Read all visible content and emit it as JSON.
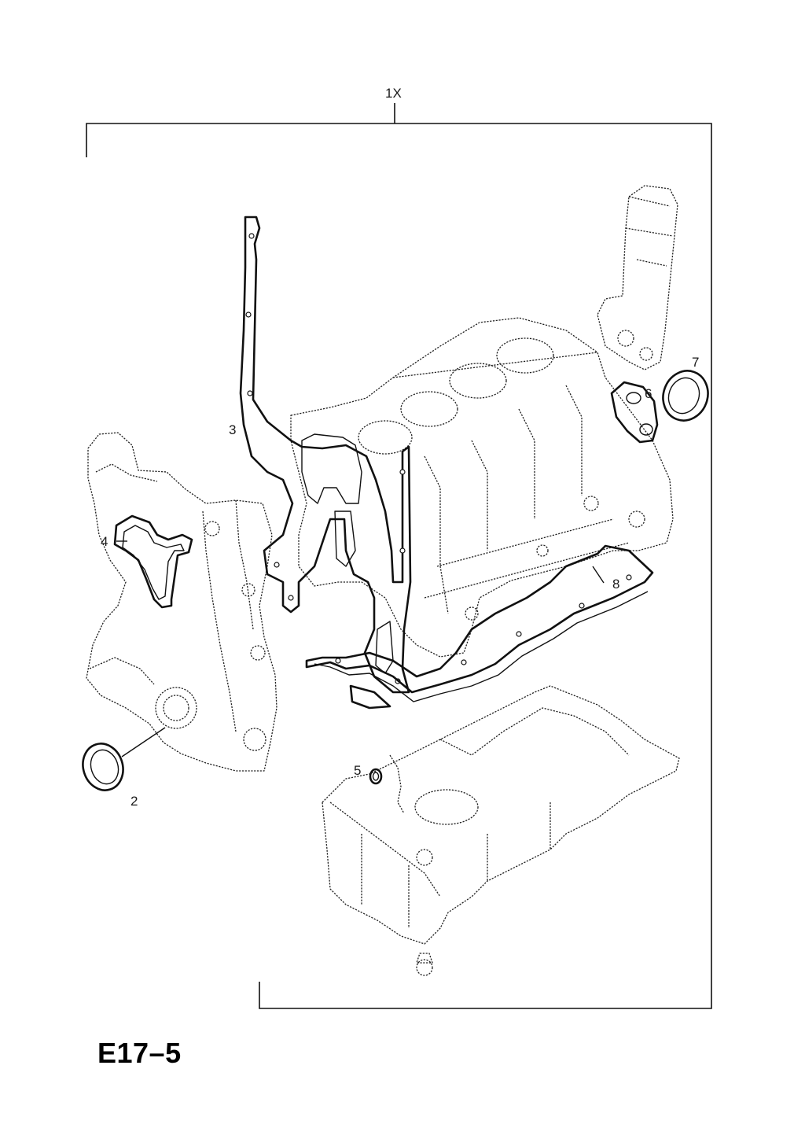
{
  "diagram": {
    "kit_label": "1X",
    "callouts": {
      "c2": "2",
      "c3": "3",
      "c4": "4",
      "c5": "5",
      "c6": "6",
      "c7": "7",
      "c8": "8"
    }
  },
  "footer": {
    "reference_code": "E17–5"
  }
}
